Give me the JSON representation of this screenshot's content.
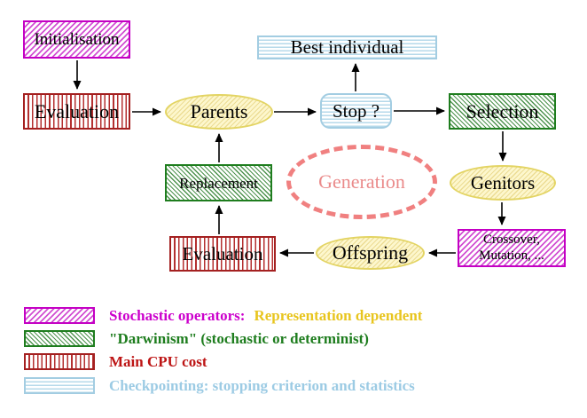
{
  "diagram": {
    "title_hint": "Evolutionary algorithm generation loop",
    "nodes": {
      "initialisation": "Initialisation",
      "evaluation_top": "Evaluation",
      "parents": "Parents",
      "best_individual": "Best individual",
      "stop": "Stop ?",
      "selection": "Selection",
      "genitors": "Genitors",
      "replacement": "Replacement",
      "generation": "Generation",
      "crossover_line1": "Crossover,",
      "crossover_line2": "Mutation, ...",
      "offspring": "Offspring",
      "evaluation_bottom": "Evaluation"
    },
    "legend": [
      {
        "swatch": "magenta-diagonal-hatch",
        "label": "Stochastic operators:",
        "label2": "Representation dependent"
      },
      {
        "swatch": "green-diagonal-hatch",
        "label": "\"Darwinism\" (stochastic or determinist)"
      },
      {
        "swatch": "red-vertical-stripes",
        "label": "Main CPU cost"
      },
      {
        "swatch": "cyan-horizontal-stripes",
        "label": "Checkpointing: stopping criterion and statistics"
      }
    ],
    "colors": {
      "magenta": "#cc00cc",
      "green": "#1e7d1e",
      "red": "#b43030",
      "cyan": "#9ccbe4",
      "yellow_fill": "#fdf7cd",
      "gold_text": "#e8c51e",
      "coral_dashed": "#f08080",
      "arrow": "#000000"
    }
  }
}
